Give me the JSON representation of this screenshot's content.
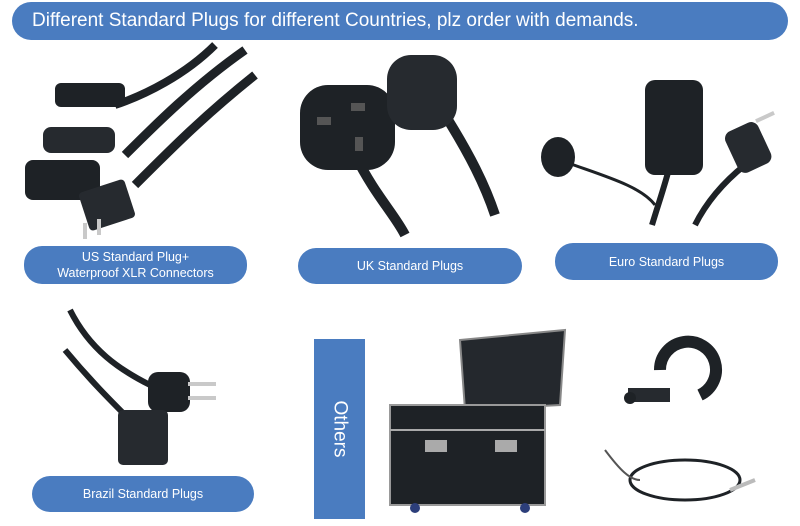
{
  "banner": "Different Standard Plugs for different Countries, plz order with demands.",
  "labels": {
    "us_line1": "US Standard Plug+",
    "us_line2": "Waterproof XLR Connectors",
    "uk": "UK Standard Plugs",
    "euro": "Euro Standard Plugs",
    "brazil": "Brazil Standard Plugs",
    "others": "Others"
  },
  "colors": {
    "accent": "#4a7cc0",
    "product": "#1e2226"
  }
}
